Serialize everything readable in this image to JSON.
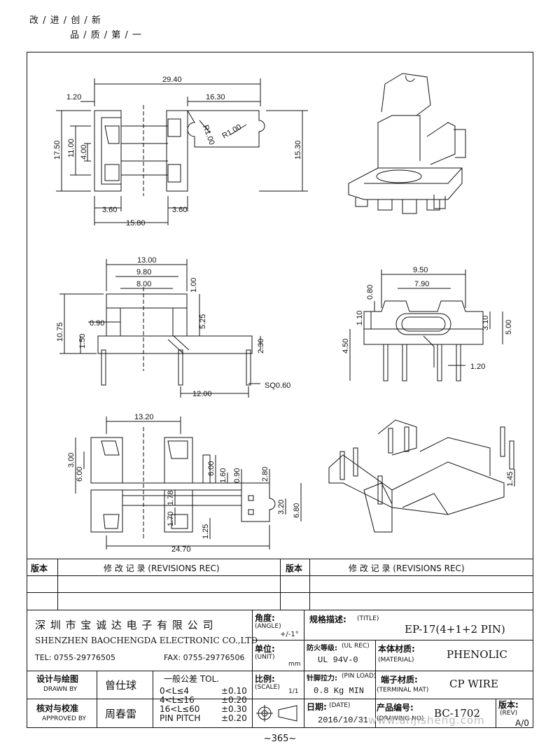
{
  "header": {
    "slogan_line1": "改 / 进 / 创 / 新",
    "slogan_line2": "品 / 质 / 第 / 一"
  },
  "dimensions": {
    "top_view": {
      "overall_width": "29.40",
      "tab_width": "16.30",
      "edge": "1.20",
      "height_outer": "17.50",
      "height_mid": "11.00",
      "slot": "4.00",
      "radius_small": "R1.00",
      "radius_large": "R1.00",
      "right_height": "15.30",
      "left_leg": "3.60",
      "right_leg": "3.60",
      "body_width": "15.80"
    },
    "front_view": {
      "w1": "13.00",
      "w2": "9.80",
      "w3": "8.00",
      "h_total": "10.75",
      "h_top": "1.00",
      "h_mid": "5.25",
      "flange": "0.90",
      "base": "1.50",
      "pin_gap": "2.30",
      "pin_span": "12.00",
      "pin_sq": "SQ0.60"
    },
    "side_view": {
      "w1": "9.50",
      "w2": "7.90",
      "h1": "0.80",
      "h2": "1.10",
      "h3": "3.10",
      "h4": "5.00",
      "h5": "4.50",
      "pin": "1.20"
    },
    "bottom_view": {
      "w1": "13.20",
      "h1": "3.00",
      "h2": "6.00",
      "h3": "6.00",
      "h4": "1.60",
      "h5": "0.90",
      "h6": "2.80",
      "h7": "1.78",
      "h8": "3.20",
      "h9": "6.80",
      "h10": "1.70",
      "h11": "1.25",
      "w_total": "24.70",
      "iso_pin": "1.45"
    }
  },
  "revisions": {
    "col_version": "版本",
    "col_record": "修 改 记 录 (REVISIONS REC)"
  },
  "company": {
    "name_cn": "深 圳 市 宝 诚 达 电 子 有 限 公 司",
    "name_en": "SHENZHEN BAOCHENGDA ELECTRONIC CO.,LTD",
    "tel": "TEL: 0755-29776505",
    "fax": "FAX: 0755-29776506"
  },
  "signoff": {
    "drawn_cn": "设计与绘图",
    "drawn_en": "DRAWN BY",
    "drawn_name": "曾仕球",
    "approved_cn": "核对与校准",
    "approved_en": "APPROVED BY",
    "approved_name": "周春雷"
  },
  "tolerance": {
    "title": "一般公差 TOL.",
    "rows": [
      {
        "range": "0<L≤4",
        "value": "±0.10"
      },
      {
        "range": "4<L≤16",
        "value": "±0.20"
      },
      {
        "range": "16<L≤60",
        "value": "±0.30"
      },
      {
        "range": "PIN PITCH",
        "value": "±0.20"
      }
    ]
  },
  "specs": {
    "angle_label": "角度:",
    "angle_en": "(ANGLE)",
    "angle_value": "+/-1°",
    "unit_label": "单位:",
    "unit_en": "(UNIT)",
    "unit_value": "mm",
    "scale_label": "比例:",
    "scale_en": "(SCALE)",
    "scale_value": "1/1",
    "title_label": "规格描述:",
    "title_en": "(TITLE)",
    "title_value": "EP-17(4+1+2 PIN)",
    "fire_label": "防火等级:",
    "fire_en": "(UL REC)",
    "fire_value": "UL 94V-0",
    "material_label": "本体材质:",
    "material_en": "(MATERIAL)",
    "material_value": "PHENOLIC",
    "pinload_label": "针脚拉力:",
    "pinload_en": "(PIN LOAD)",
    "pinload_value": "0.8 Kg MIN",
    "terminal_label": "端子材质:",
    "terminal_en": "(TERMINAL MAT)",
    "terminal_value": "CP WIRE",
    "date_label": "日期:",
    "date_en": "(DATE)",
    "date_value": "2016/10/31",
    "drawing_label": "产品编号:",
    "drawing_en": "(DRAWING NO)",
    "drawing_value": "BC-1702",
    "rev_label": "版本:",
    "rev_en": "(REV)",
    "rev_value": "A/0"
  },
  "watermark": "www.ahjisheng.com",
  "page_number": "~365~"
}
